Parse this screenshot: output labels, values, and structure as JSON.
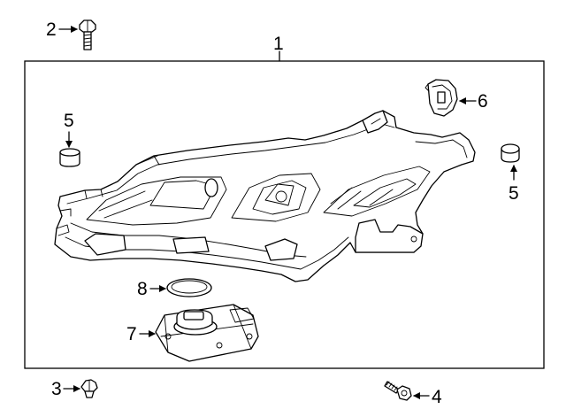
{
  "callouts": {
    "c1": "1",
    "c2": "2",
    "c3": "3",
    "c4": "4",
    "c5a": "5",
    "c5b": "5",
    "c6": "6",
    "c7": "7",
    "c8": "8"
  },
  "colors": {
    "line": "#000000",
    "background": "#ffffff"
  }
}
